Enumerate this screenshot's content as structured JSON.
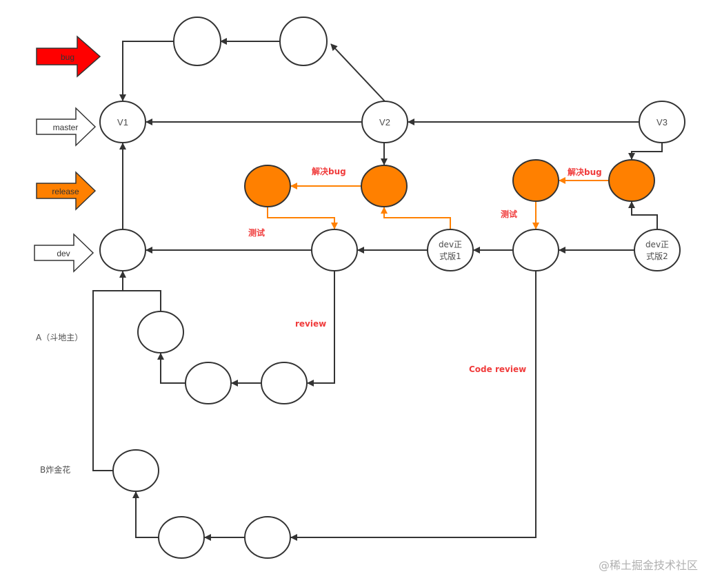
{
  "colors": {
    "stroke": "#333333",
    "orange": "#ff8000",
    "bug_red": "#ff0000",
    "annotation_red": "#f03c3c",
    "watermark": "#b0b0b0"
  },
  "branches": [
    {
      "id": "bug",
      "label": "bug",
      "fill": "#ff0000"
    },
    {
      "id": "master",
      "label": "master",
      "fill": "#ffffff"
    },
    {
      "id": "release",
      "label": "release",
      "fill": "#ff8000"
    },
    {
      "id": "dev",
      "label": "dev",
      "fill": "#ffffff"
    }
  ],
  "nodes": {
    "v1": {
      "label": "V1"
    },
    "v2": {
      "label": "V2"
    },
    "v3": {
      "label": "V3"
    },
    "dev_release_1": {
      "line1": "dev正",
      "line2": "式版1"
    },
    "dev_release_2": {
      "line1": "dev正",
      "line2": "式版2"
    }
  },
  "feature_labels": {
    "a": "A（斗地主）",
    "b": "B炸金花"
  },
  "annotations": {
    "fix_bug_1": "解决bug",
    "fix_bug_2": "解决bug",
    "test_1": "测试",
    "test_2": "测试",
    "review": "review",
    "code_review": "Code review"
  },
  "watermark": "@稀土掘金技术社区"
}
